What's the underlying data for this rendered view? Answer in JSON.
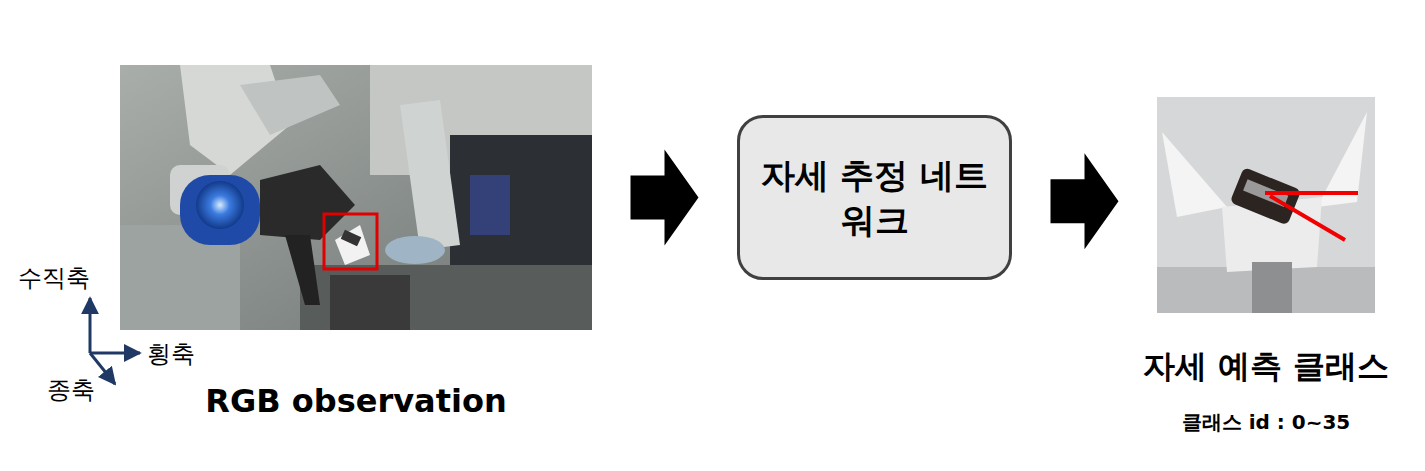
{
  "diagram": {
    "nodes": [
      {
        "text": [
          "RGB observation"
        ]
      },
      {
        "text": [
          "자세 추정 네트워크"
        ]
      },
      {
        "text": [
          "자세 예측 클래스",
          "클래스 id : 0~35"
        ]
      }
    ],
    "edges": [
      {
        "from": 0,
        "to": 1,
        "arrow": "to"
      },
      {
        "from": 1,
        "to": 2,
        "arrow": "to"
      }
    ],
    "labels": [
      "수직축",
      "횡축",
      "종축"
    ]
  }
}
